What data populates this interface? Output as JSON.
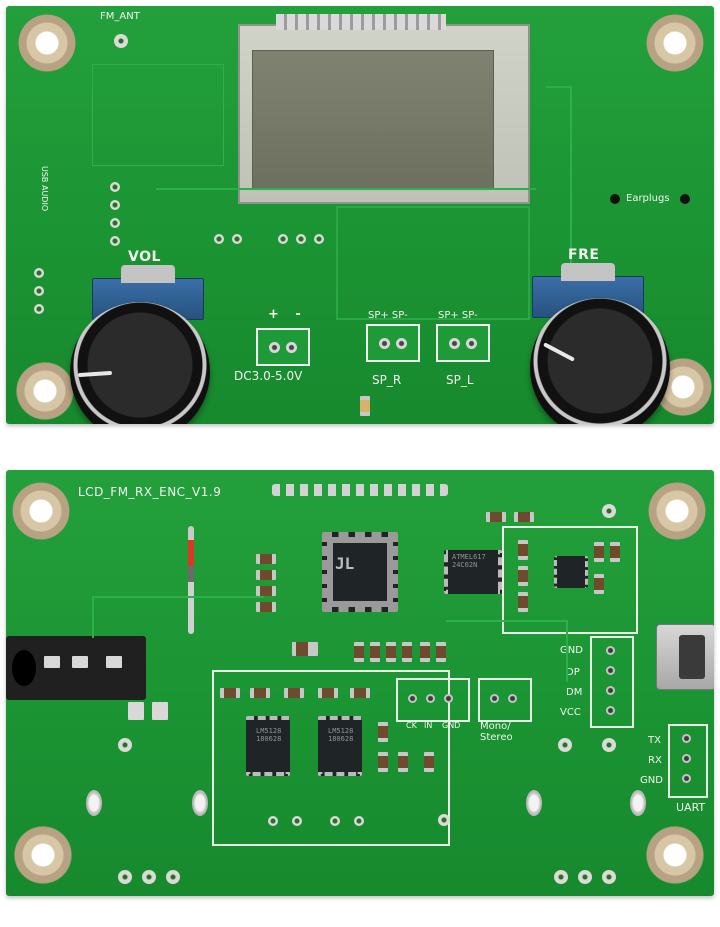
{
  "front_board": {
    "fm_ant_label": "FM_ANT",
    "usb_audio_label": "USB AUDIO",
    "vol_label": "VOL",
    "fre_label": "FRE",
    "earplugs_label": "Earplugs",
    "power_polarity": "+ -",
    "power_label": "DC3.0-5.0V",
    "sp_r_pins": "SP+ SP-",
    "sp_r_label": "SP_R",
    "sp_l_pins": "SP+ SP-",
    "sp_l_label": "SP_L"
  },
  "back_board": {
    "board_name": "LCD_FM_RX_ENC_V1.9",
    "mcu_marking": "JL",
    "eeprom_marking": "ATMEL617\n24C02N",
    "amp_left_marking": "LM5128\n180628",
    "amp_right_marking": "LM5128\n180628",
    "usb_pins": [
      "GND",
      "DP",
      "DM",
      "VCC"
    ],
    "mono_stereo_label": "Mono/\nStereo",
    "uart_pins": [
      "TX",
      "RX",
      "GND"
    ],
    "uart_label": "UART",
    "jumper_labels": [
      "CK",
      "IN",
      "GND"
    ]
  },
  "colors": {
    "pcb_green": "#1b9433",
    "silkscreen": "#f2f5f0",
    "knob_black": "#111111"
  }
}
